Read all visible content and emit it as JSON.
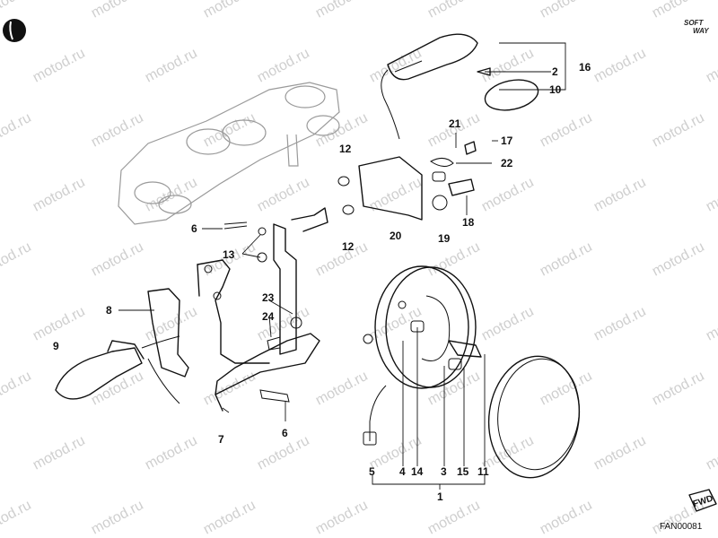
{
  "watermark": "motod.ru",
  "brand": {
    "line1": "SOFT",
    "line2": "WAY"
  },
  "drawing_code": "FAN00081",
  "fwd_label": "FWD",
  "callouts": {
    "c1": "1",
    "c2": "2",
    "c3": "3",
    "c4": "4",
    "c5": "5",
    "c6a": "6",
    "c6b": "6",
    "c7": "7",
    "c8": "8",
    "c9": "9",
    "c10": "10",
    "c11": "11",
    "c12a": "12",
    "c12b": "12",
    "c13": "13",
    "c14": "14",
    "c15": "15",
    "c16": "16",
    "c17": "17",
    "c18": "18",
    "c19": "19",
    "c20": "20",
    "c21": "21",
    "c22": "22",
    "c23": "23",
    "c24": "24"
  }
}
